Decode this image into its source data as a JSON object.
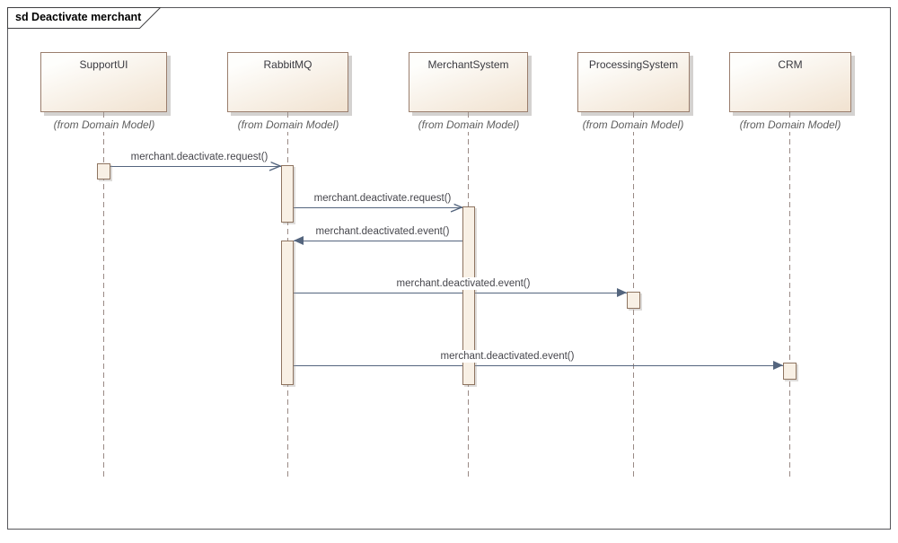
{
  "diagram": {
    "title": "sd Deactivate merchant",
    "type": "uml-sequence-diagram"
  },
  "lifelines": [
    {
      "name": "SupportUI",
      "stereotype": "(from Domain Model)"
    },
    {
      "name": "RabbitMQ",
      "stereotype": "(from Domain Model)"
    },
    {
      "name": "MerchantSystem",
      "stereotype": "(from Domain Model)"
    },
    {
      "name": "ProcessingSystem",
      "stereotype": "(from Domain Model)"
    },
    {
      "name": "CRM",
      "stereotype": "(from Domain Model)"
    }
  ],
  "messages": [
    {
      "label": "merchant.deactivate.request()",
      "from": "SupportUI",
      "to": "RabbitMQ",
      "arrowhead": "open"
    },
    {
      "label": "merchant.deactivate.request()",
      "from": "RabbitMQ",
      "to": "MerchantSystem",
      "arrowhead": "open"
    },
    {
      "label": "merchant.deactivated.event()",
      "from": "MerchantSystem",
      "to": "RabbitMQ",
      "arrowhead": "filled"
    },
    {
      "label": "merchant.deactivated.event()",
      "from": "RabbitMQ",
      "to": "ProcessingSystem",
      "arrowhead": "filled"
    },
    {
      "label": "merchant.deactivated.event()",
      "from": "RabbitMQ",
      "to": "CRM",
      "arrowhead": "filled"
    }
  ],
  "colors": {
    "frame-border": "#57575b",
    "title-text": "#000000",
    "box-border": "#9a7e6d",
    "box-fill-top": "#fefefc",
    "box-fill-bottom": "#f1e2d0",
    "lifeline": "#9a8a85",
    "activation-fill": "#f8f0e5",
    "activation-border": "#8e7460",
    "message": "#54657e",
    "label-text": "#46464c",
    "stereotype-text": "#5e5e5e"
  }
}
